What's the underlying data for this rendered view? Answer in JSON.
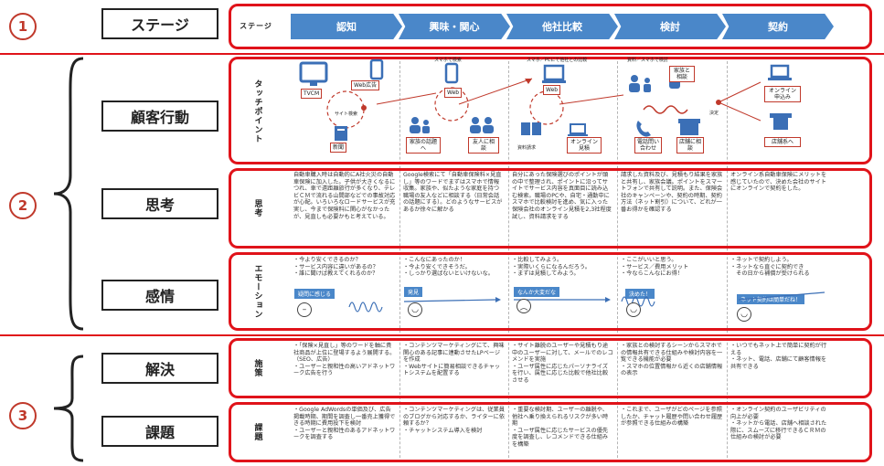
{
  "circles": [
    "1",
    "2",
    "3"
  ],
  "labels": {
    "stage": "ステージ",
    "customer_behavior": "顧客行動",
    "thought": "思考",
    "emotion": "感情",
    "solution": "解決",
    "issue": "課題"
  },
  "row_heads": {
    "stage": "ステージ",
    "touchpoint": "タッチポイント",
    "thought": "思考",
    "emotion": "エモーション",
    "solution": "施策",
    "issue": "課題"
  },
  "stages": [
    "認知",
    "興味・関心",
    "他社比較",
    "検討",
    "契約"
  ],
  "touchpoints": {
    "col1": {
      "tv": "TVCM",
      "web_ad": "Web広告",
      "site": "サイト検索",
      "paper": "新聞"
    },
    "col2": {
      "note": "スマホで検索",
      "web": "Web",
      "family": "家族の話題へ",
      "friend": "友人に相談"
    },
    "col3": {
      "note": "スマホ／PCにて他社との比較",
      "web": "Web",
      "doc": "資料請求",
      "online": "オンライン見積"
    },
    "col4": {
      "note": "資料／スマホで検討",
      "family": "家族と相談",
      "phone": "電話問い合わせ",
      "store": "店舗に相談",
      "decide": "決定"
    },
    "col5": {
      "online": "オンライン申込み",
      "store": "店舗系へ"
    }
  },
  "thoughts": [
    "自動車購入時は自動的にA社火災の自動車保険に加入した。子供が大きくなるにつれ、車で遠距離旅行が多くなり、テレビＣＭで流れる山間部などでの事故対応が心配。いろいろなロードサービスが充実し、今まで保険料に関心がなかったが、見直しも必要かもと考えている。",
    "Google検索にて「自動車保険料×見直し」等のワードでまずはスマホで情報収集。家族や、似たような家庭を持つ職場の友人などに相談する（日常会話の話題にする）。どのようなサービスがあるか徐々に解かる",
    "自分にあった保険選びのポイントが頭の中で整理され、ポイントに沿ってサイトでサービス内容を真面目に読み込む検索。職場のPCや、自宅・通勤中にスマホで比較検討を進め、気に入った保険会社のオンライン見積を2,3社程度試し、資料請求をする",
    "請求した資料及び、見積もり結果を家族と共有し、家族会議。ポイントをスマートフォンで共有して説明。また、保険会社のキャンペーンや、契約の時期、契約方法（ネット割引）について、どれが一番お得かを確認する",
    "オンライン系自動車保険にメリットを感じていたので、決めた会社のサイトにオンラインで契約をした。"
  ],
  "emotions": [
    {
      "text": "・今より安くできるのか？\n・サービス内容に違いがあるの？\n・誰に聞けば教えてくれるのか？",
      "tag": "疑問に感じる"
    },
    {
      "text": "・こんなにあったのか！\n・今より安くできそうだ。\n・しっかり選ばないといけないな。",
      "tag": "発見"
    },
    {
      "text": "・比較してみよう。\n・実際いくらになるんだろう。\n・まずは見積してみよう。",
      "tag": "なんか大変だな"
    },
    {
      "text": "・ここがいいと思う。\n・サービス／費用メリット\n・今ならこんなにお得！",
      "tag": "決めた！"
    },
    {
      "text": "・ネットで契約しよう。\n・ネットなら直ぐに契約でき\n　その日から補償が受けられる",
      "tag": "ネット契約は簡単だね！"
    }
  ],
  "solutions": [
    "・「保険×見直し」等のワードを軸に貴社商品が上位に登場するよう展開する。（SEO、広告）\n・ユーザーと親和性の高いアドネットワーク広告を行う",
    "・コンテンツマーケティングにて、興味関心のある記事に連動させたLPページを作成\n・Webサイトに簡易相談できるチャットシステムを配置する",
    "・サイト離脱のユーザーや見積もり途中のユーザーに対して、メールでのレコメンドを実施\n・ユーザ属性に応じたパーソナライズを行い、属性に応じた比較で他社比較させる",
    "・家族との検討するシーンからスマホでの情報共有できる仕組みや検討内容を一覧できる機能が必要\n・スマホの位置情報から近くの店舗情報の表示",
    "・いつでもネット上で簡単に契約が行える\n・ネット、電話、店舗にて顧客情報を共有できる"
  ],
  "issues": [
    "・Google AdWordsの単価及び、広告掲載時期、期間を調査し一番売上獲得できる時期に費用投下を検討\n・ユーザーと親和性のあるアドネットワークを調査する",
    "・コンテンツマーケティングは、従業員のブログから対応するか、ライターに依頼するか？\n・チャットシステム導入を検討",
    "・重要な検討期、ユーザーの離脱や、他社へ乗り換えられるリスクが多い時期\n・ユーザ属性に応じたサービスの優先度を調査し、レコメンドできる仕組みを構築",
    "・これまで、ユーザがどのページを参照したか、チャット履歴や問い合わせ履歴が参照できる仕組みの構築",
    "・オンライン契約のユーザビリティの向上が必要\n・ネットから電話、店舗へ相談された際に、スムーズに移行できるＣＲＭの仕組みの検討が必要"
  ],
  "colors": {
    "accent_red": "#e0131a",
    "stage_blue": "#4a87c9",
    "icon_blue": "#3b6fb6",
    "circle_red": "#c0392b"
  }
}
